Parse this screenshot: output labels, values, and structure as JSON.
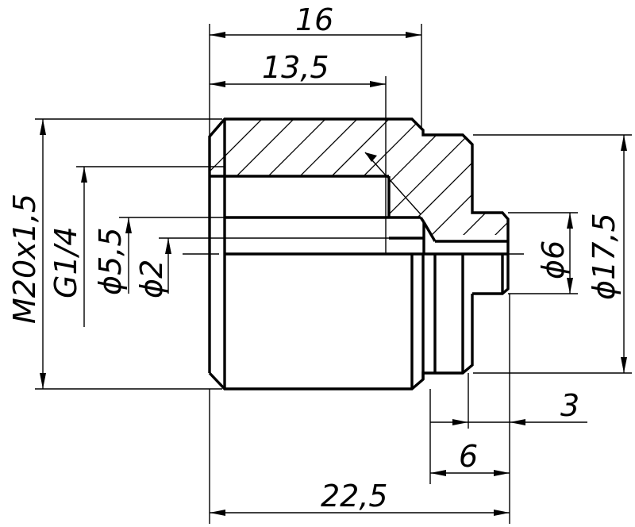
{
  "dimensions": {
    "overall_length_top": "16",
    "bore_depth": "13,5",
    "thread_major": "M20x1,5",
    "pipe_thread": "G1/4",
    "bore_small_dia": "ϕ5,5",
    "hole_dia": "ϕ2",
    "pin_dia": "ϕ6",
    "step_dia": "ϕ17,5",
    "pin_length": "3",
    "step_length": "6",
    "overall_length": "22,5"
  }
}
